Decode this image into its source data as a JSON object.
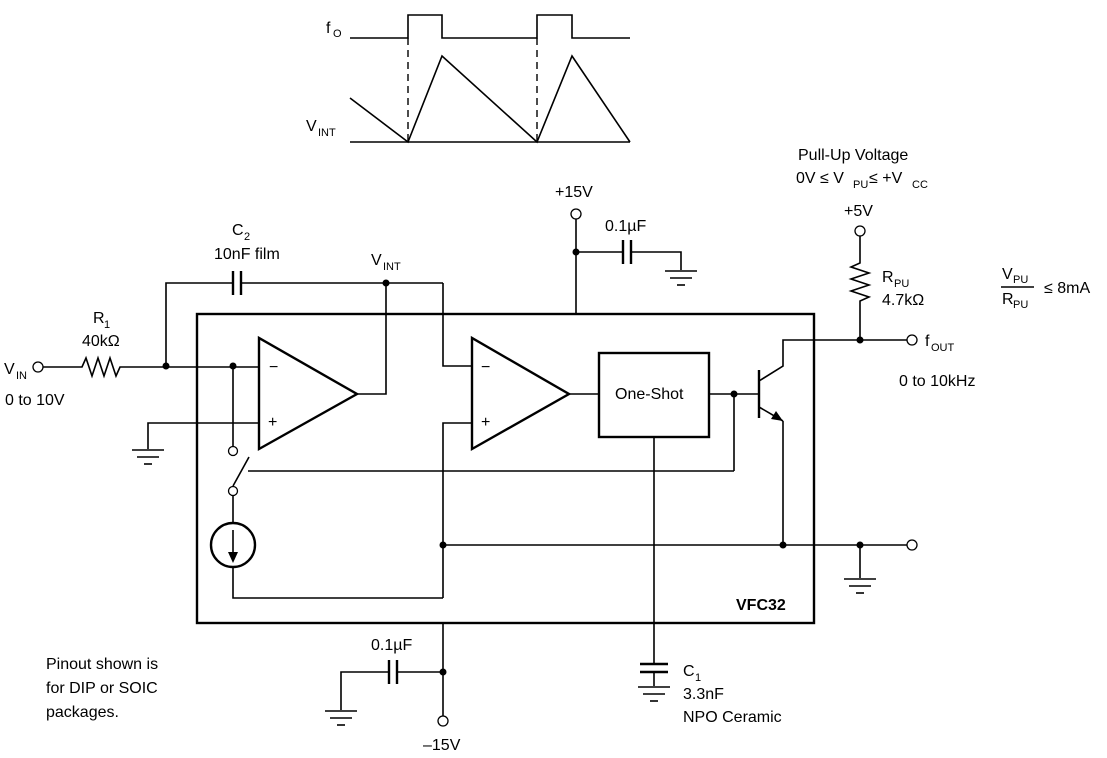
{
  "labels": {
    "fo": "f",
    "fo_sub": "O",
    "vint_wave": "V",
    "vint_wave_sub": "INT",
    "pullup_title": "Pull-Up Voltage",
    "pullup_range_a": "0V ≤ V",
    "pullup_range_a_sub": "PU",
    "pullup_range_b": " ≤ +V",
    "pullup_range_b_sub": "CC",
    "plus15": "+15V",
    "cap_top": "0.1µF",
    "plus5": "+5V",
    "rpu": "R",
    "rpu_sub": "PU",
    "rpu_value": "4.7kΩ",
    "ratio_num": "V",
    "ratio_num_sub": "PU",
    "ratio_den": "R",
    "ratio_den_sub": "PU",
    "ratio_limit": "≤ 8mA",
    "c2": "C",
    "c2_sub": "2",
    "c2_value": "10nF film",
    "vint_node": "V",
    "vint_node_sub": "INT",
    "r1": "R",
    "r1_sub": "1",
    "r1_value": "40kΩ",
    "vin": "V",
    "vin_sub": "IN",
    "vin_range": "0 to 10V",
    "fout": "f",
    "fout_sub": "OUT",
    "fout_range": "0 to 10kHz",
    "one_shot": "One-Shot",
    "chip": "VFC32",
    "opamp_minus": "−",
    "opamp_plus": "+",
    "cap_bottom": "0.1µF",
    "minus15": "–15V",
    "c1": "C",
    "c1_sub": "1",
    "c1_value": "3.3nF",
    "c1_type": "NPO Ceramic",
    "note_line1": "Pinout shown is",
    "note_line2": "for DIP or SOIC",
    "note_line3": "packages."
  }
}
